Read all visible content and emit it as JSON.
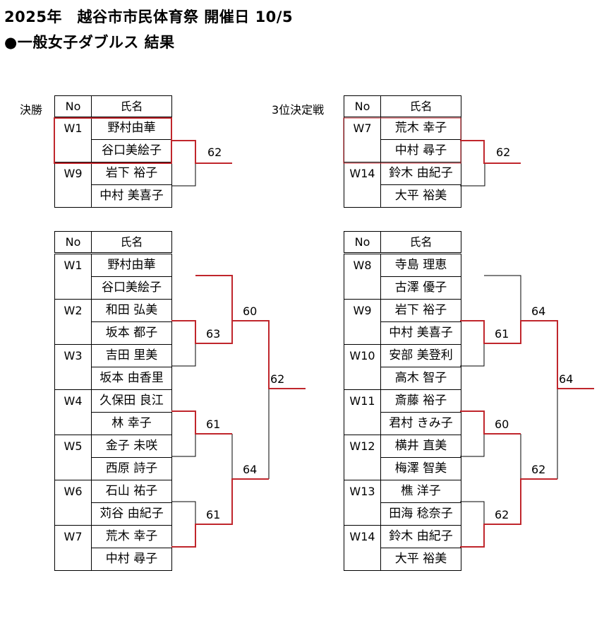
{
  "header": {
    "title_line1": "2025年　越谷市市民体育祭 開催日 10/5",
    "title_line2": "●一般女子ダブルス 結果"
  },
  "colors": {
    "winner_line": "#c0262c",
    "line": "#000000"
  },
  "columns": {
    "no": "No",
    "name": "氏名"
  },
  "final": {
    "label": "決勝",
    "teams": [
      {
        "no": "W1",
        "players": [
          "野村由華",
          "谷口美絵子"
        ]
      },
      {
        "no": "W9",
        "players": [
          "岩下 裕子",
          "中村 美喜子"
        ]
      }
    ],
    "score": "62"
  },
  "third_place": {
    "label": "3位決定戦",
    "teams": [
      {
        "no": "W7",
        "players": [
          "荒木 幸子",
          "中村 尋子"
        ]
      },
      {
        "no": "W14",
        "players": [
          "鈴木 由紀子",
          "大平 裕美"
        ]
      }
    ],
    "score": "62"
  },
  "bracket_left": {
    "teams": [
      {
        "no": "W1",
        "players": [
          "野村由華",
          "谷口美絵子"
        ]
      },
      {
        "no": "W2",
        "players": [
          "和田 弘美",
          "坂本 都子"
        ]
      },
      {
        "no": "W3",
        "players": [
          "吉田 里美",
          "坂本 由香里"
        ]
      },
      {
        "no": "W4",
        "players": [
          "久保田 良江",
          "林 幸子"
        ]
      },
      {
        "no": "W5",
        "players": [
          "金子 未咲",
          "西原 詩子"
        ]
      },
      {
        "no": "W6",
        "players": [
          "石山 祐子",
          "苅谷 由紀子"
        ]
      },
      {
        "no": "W7",
        "players": [
          "荒木 幸子",
          "中村 尋子"
        ]
      }
    ],
    "scores": {
      "r1_w2w3": "63",
      "r1_w4w5": "61",
      "r1_w6w7": "61",
      "sf_top": "60",
      "sf_bottom": "64",
      "final": "62"
    }
  },
  "bracket_right": {
    "teams": [
      {
        "no": "W8",
        "players": [
          "寺島 理恵",
          "古澤 優子"
        ]
      },
      {
        "no": "W9",
        "players": [
          "岩下 裕子",
          "中村 美喜子"
        ]
      },
      {
        "no": "W10",
        "players": [
          "安部 美登利",
          "高木 智子"
        ]
      },
      {
        "no": "W11",
        "players": [
          "斎藤 裕子",
          "君村 きみ子"
        ]
      },
      {
        "no": "W12",
        "players": [
          "横井 直美",
          "梅澤 智美"
        ]
      },
      {
        "no": "W13",
        "players": [
          "樵 洋子",
          "田海 稔奈子"
        ]
      },
      {
        "no": "W14",
        "players": [
          "鈴木 由紀子",
          "大平 裕美"
        ]
      }
    ],
    "scores": {
      "r1_w9w10": "61",
      "r1_w11w12": "60",
      "r1_w13w14": "62",
      "sf_top": "64",
      "sf_bottom": "62",
      "final": "64"
    }
  }
}
